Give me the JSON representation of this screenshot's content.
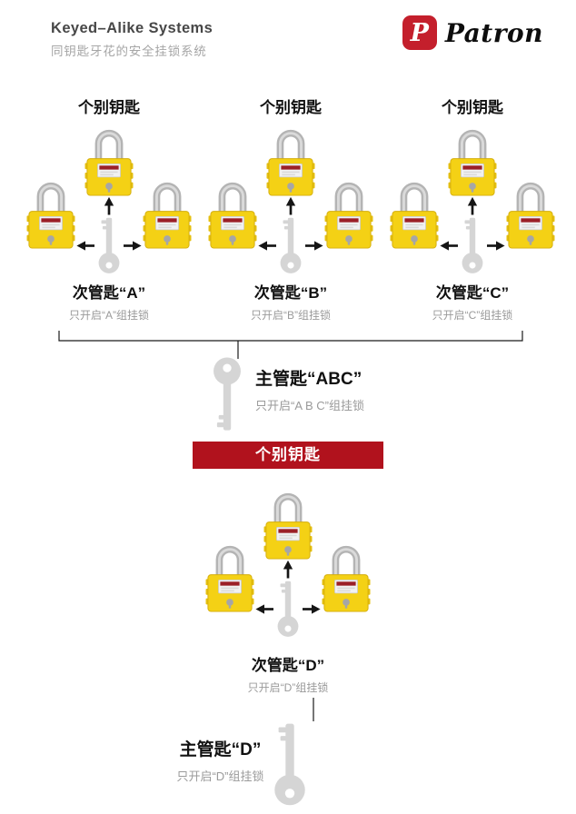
{
  "header": {
    "title": "Keyed–Alike Systems",
    "subtitle": "同钥匙牙花的安全挂锁系统",
    "brand": {
      "logo_letter": "P",
      "name": "Patron"
    }
  },
  "groups": [
    {
      "individual_label": "个别钥匙",
      "key_label": "次管匙“A”",
      "note": "只开启“A”组挂锁"
    },
    {
      "individual_label": "个别钥匙",
      "key_label": "次管匙“B”",
      "note": "只开启“B”组挂锁"
    },
    {
      "individual_label": "个别钥匙",
      "key_label": "次管匙“C”",
      "note": "只开启“C”组挂锁"
    }
  ],
  "master_abc": {
    "label": "主管匙“ABC”",
    "note": "只开启“A B C”组挂锁"
  },
  "banner": {
    "label": "个别钥匙"
  },
  "group_d": {
    "key_label": "次管匙“D”",
    "note": "只开启“D”组挂锁"
  },
  "master_d": {
    "label": "主管匙“D”",
    "note": "只开启“D”组挂锁"
  },
  "icons": {
    "padlock": "padlock-icon",
    "key": "key-icon",
    "arrow": "arrow-icon",
    "brand_mark": "patron-logo-icon"
  },
  "colors": {
    "padlock_yellow": "#f4d115",
    "brand_red": "#c41f2c",
    "banner_red": "#b1121d",
    "note_gray": "#9a9a9a"
  }
}
